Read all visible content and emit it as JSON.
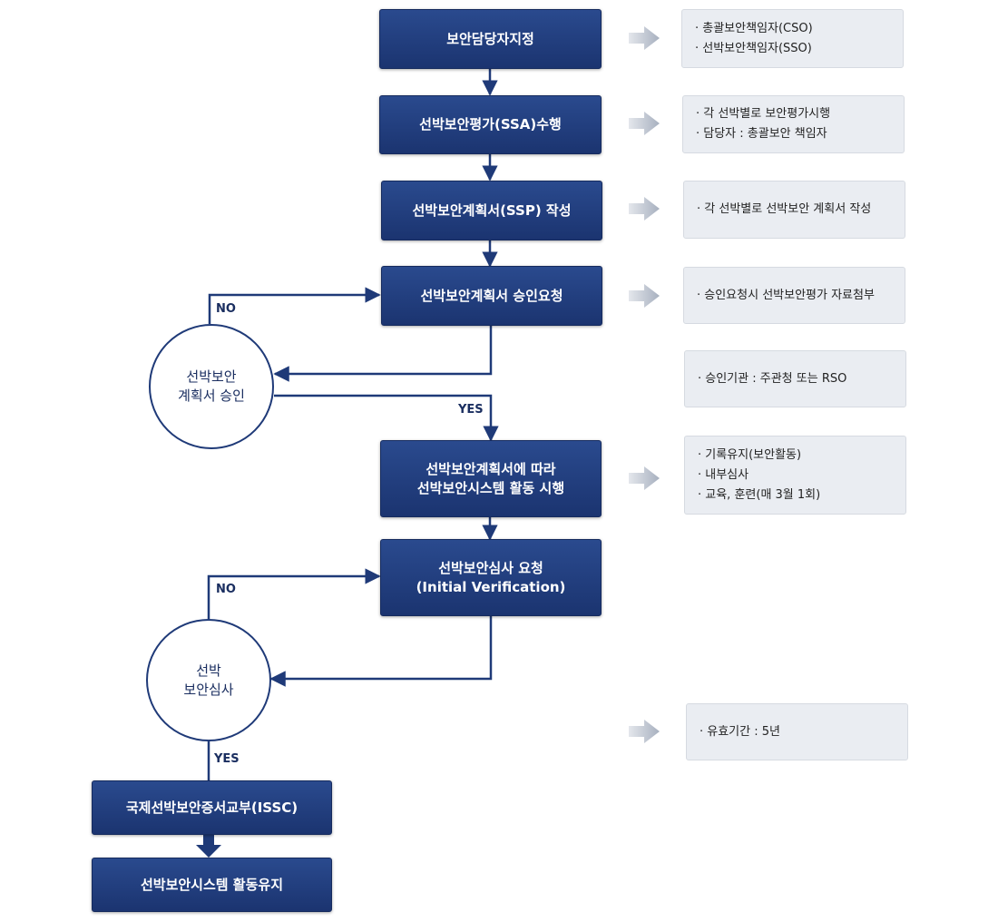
{
  "steps": [
    {
      "lines": [
        "보안담당자지정"
      ]
    },
    {
      "lines": [
        "선박보안평가(SSA)수행"
      ]
    },
    {
      "lines": [
        "선박보안계획서(SSP) 작성"
      ]
    },
    {
      "lines": [
        "선박보안계획서 승인요청"
      ]
    },
    {
      "lines": [
        "선박보안계획서에 따라",
        "선박보안시스템 활동 시행"
      ]
    },
    {
      "lines": [
        "선박보안심사 요청",
        "(Initial Verification)"
      ]
    },
    {
      "lines": [
        "국제선박보안증서교부(ISSC)"
      ]
    },
    {
      "lines": [
        "선박보안시스템 활동유지"
      ]
    }
  ],
  "decisions": [
    {
      "lines": [
        "선박보안",
        "계획서 승인"
      ]
    },
    {
      "lines": [
        "선박",
        "보안심사"
      ]
    }
  ],
  "branch_labels": {
    "no1": "NO",
    "yes1": "YES",
    "no2": "NO",
    "yes2": "YES"
  },
  "notes": [
    {
      "lines": [
        "· 총괄보안책임자(CSO)",
        "· 선박보안책임자(SSO)"
      ]
    },
    {
      "lines": [
        "· 각 선박별로 보안평가시행",
        "· 담당자 : 총괄보안 책임자"
      ]
    },
    {
      "lines": [
        "· 각 선박별로 선박보안 계획서 작성"
      ]
    },
    {
      "lines": [
        "· 승인요청시 선박보안평가 자료첨부"
      ]
    },
    {
      "lines": [
        "· 승인기관 : 주관청 또는 RSO"
      ]
    },
    {
      "lines": [
        "· 기록유지(보안활동)",
        "· 내부심사",
        "· 교육, 훈련(매 3월 1회)"
      ]
    },
    {
      "lines": [
        "· 유효기간 : 5년"
      ]
    }
  ],
  "colors": {
    "box": "#1e3a78",
    "line": "#1f3a78",
    "note_bg": "#eaedf2",
    "arrow": "#b9c0cc"
  }
}
